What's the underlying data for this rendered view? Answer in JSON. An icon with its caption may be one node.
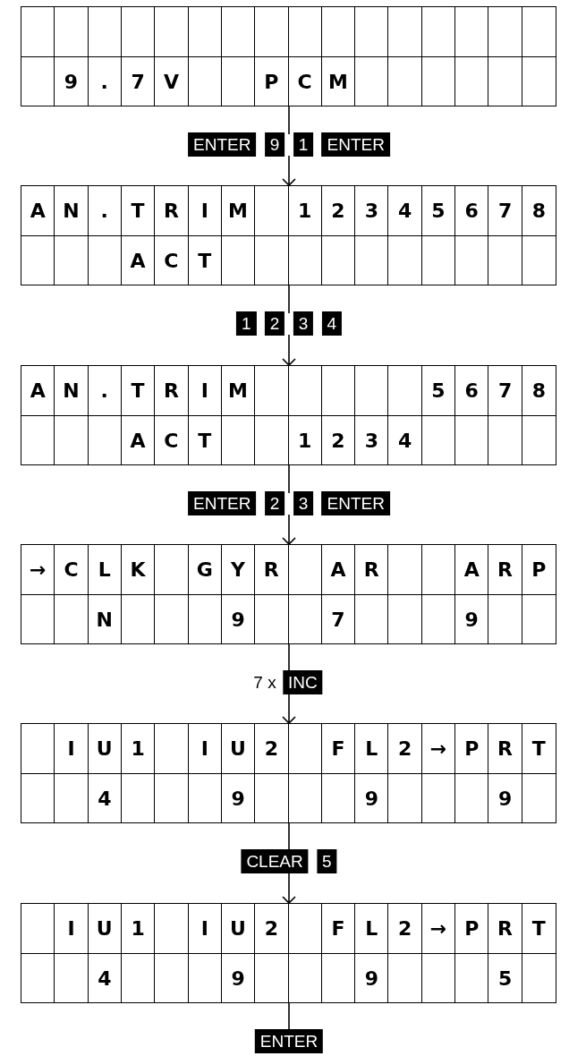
{
  "diagram": {
    "nodes": [
      {
        "text": [
          "9",
          ".",
          "7",
          "V",
          "P",
          "C",
          "M"
        ]
      },
      {
        "text": [
          "A",
          "N",
          ".",
          "T",
          "R",
          "I",
          "M",
          "1",
          "2",
          "3",
          "4",
          "5",
          "6",
          "7",
          "8",
          "A",
          "C",
          "T"
        ]
      },
      {
        "text": [
          "A",
          "N",
          ".",
          "T",
          "R",
          "I",
          "M",
          "5",
          "6",
          "7",
          "8",
          "A",
          "C",
          "T",
          "1",
          "2",
          "3",
          "4"
        ]
      },
      {
        "text": [
          "→",
          "C",
          "L",
          "K",
          "G",
          "Y",
          "R",
          "A",
          "R",
          "A",
          "R",
          "P",
          "N",
          "9",
          "7",
          "9"
        ]
      },
      {
        "text": [
          "I",
          "U",
          "1",
          "I",
          "U",
          "2",
          "F",
          "L",
          "2",
          "→",
          "P",
          "R",
          "T",
          "4",
          "9",
          "9",
          "9"
        ]
      },
      {
        "text": [
          "I",
          "U",
          "1",
          "I",
          "U",
          "2",
          "F",
          "L",
          "2",
          "→",
          "P",
          "R",
          "T",
          "4",
          "9",
          "9",
          "5"
        ]
      }
    ],
    "edges": [
      {
        "from": 0,
        "to": 1,
        "arrow": "to",
        "label": "**ENTER** **9** **1** **ENTER**"
      },
      {
        "from": 1,
        "to": 2,
        "arrow": "to",
        "label": "**1** **2** **3** **4**"
      },
      {
        "from": 2,
        "to": 3,
        "arrow": "to",
        "label": "**ENTER** **2** **3** **ENTER**"
      },
      {
        "from": 3,
        "to": 4,
        "arrow": "to",
        "label": "7 x **INC**"
      },
      {
        "from": 4,
        "to": 5,
        "arrow": "to",
        "label": "**CLEAR** **5**"
      },
      {
        "from": 5,
        "to": null,
        "arrow": "none",
        "label": "**ENTER**"
      }
    ]
  }
}
